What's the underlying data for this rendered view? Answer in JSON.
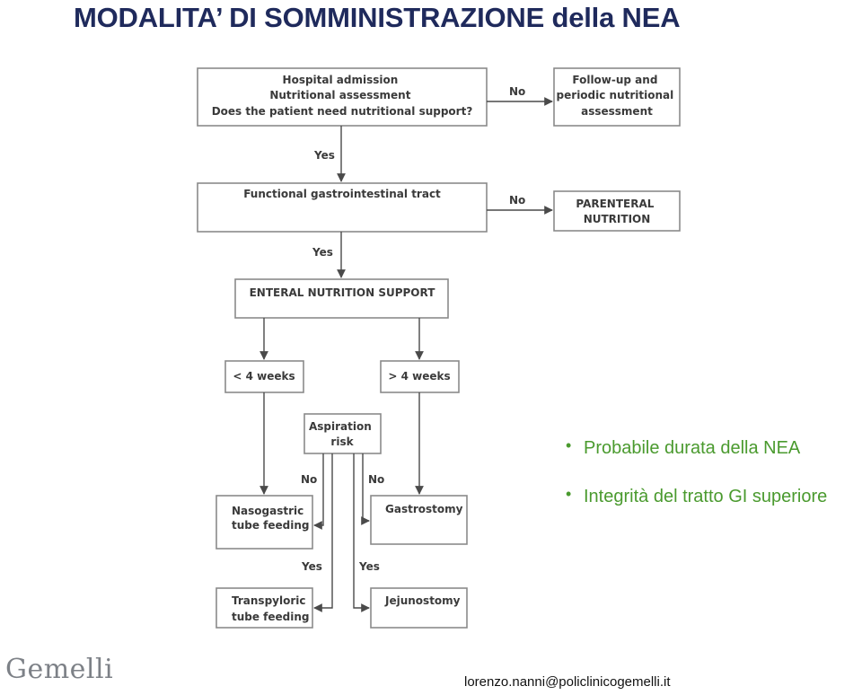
{
  "title": "MODALITA’ DI SOMMINISTRAZIONE della NEA",
  "flowchart": {
    "admission_lines": [
      "Hospital admission",
      "Nutritional assessment",
      "Does the patient need nutritional support?"
    ],
    "followup_lines": [
      "Follow-up and",
      "periodic nutritional",
      "assessment"
    ],
    "functional_gi": "Functional gastrointestinal tract",
    "parenteral_lines": [
      "PARENTERAL",
      "NUTRITION"
    ],
    "enteral": "ENTERAL NUTRITION SUPPORT",
    "lt4": "< 4 weeks",
    "gt4": "> 4 weeks",
    "aspiration_lines": [
      "Aspiration",
      "risk"
    ],
    "nasogastric_lines": [
      "Nasogastric",
      "tube feeding"
    ],
    "gastrostomy": "Gastrostomy",
    "transpyloric_lines": [
      "Transpyloric",
      "tube feeding"
    ],
    "jejunostomy": "Jejunostomy",
    "labels": {
      "yes": "Yes",
      "no": "No"
    }
  },
  "bullets": [
    "Probabile durata della NEA",
    "Integrità del tratto GI superiore"
  ],
  "footer": {
    "logo": "Gemelli",
    "email": "lorenzo.nanni@policlinicogemelli.it"
  }
}
